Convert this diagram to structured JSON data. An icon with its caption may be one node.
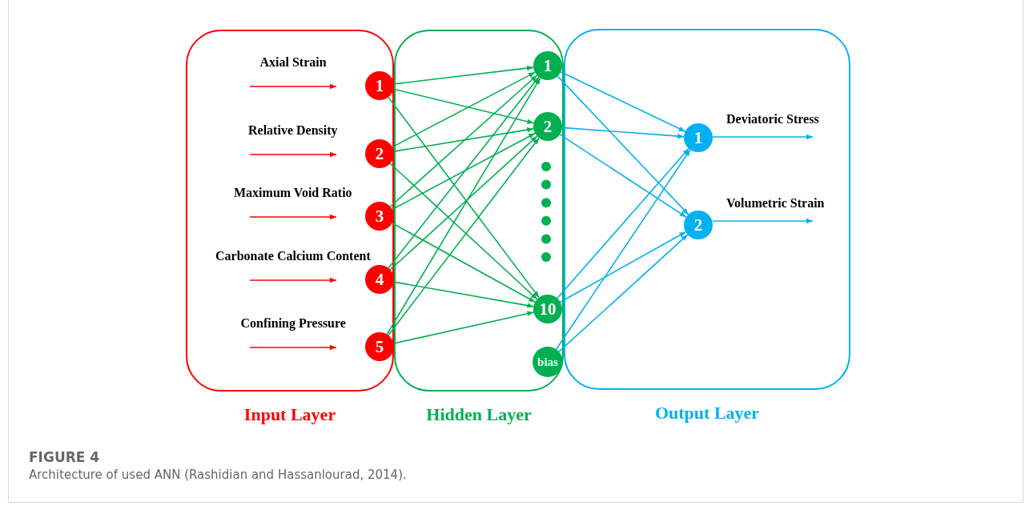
{
  "diagram": {
    "title": "FIGURE 4",
    "caption": "Architecture of used ANN (Rashidian and Hassanlourad, 2014).",
    "nodes": [
      {
        "text": [
          "Input Layer"
        ]
      },
      {
        "text": [
          "Hidden Layer"
        ]
      },
      {
        "text": [
          "Output Layer"
        ]
      },
      {
        "text": [
          "1"
        ],
        "in": 0,
        "beside": [
          "Axial Strain"
        ]
      },
      {
        "text": [
          "2"
        ],
        "in": 0,
        "beside": [
          "Relative Density"
        ]
      },
      {
        "text": [
          "3"
        ],
        "in": 0,
        "beside": [
          "Maximum Void Ratio"
        ]
      },
      {
        "text": [
          "4"
        ],
        "in": 0,
        "beside": [
          "Carbonate Calcium Content"
        ]
      },
      {
        "text": [
          "5"
        ],
        "in": 0,
        "beside": [
          "Confining Pressure"
        ]
      },
      {
        "text": [
          "1"
        ],
        "in": 1
      },
      {
        "text": [
          "2"
        ],
        "in": 1
      },
      {
        "text": [
          "10"
        ],
        "in": 1
      },
      {
        "text": [
          "bias"
        ],
        "in": 1
      },
      {
        "text": [
          "1"
        ],
        "in": 2
      },
      {
        "text": [
          "2"
        ],
        "in": 2
      },
      {
        "text": [
          "Deviatoric Stress"
        ],
        "in": 2
      },
      {
        "text": [
          "Volumetric Strain"
        ],
        "in": 2
      }
    ],
    "edges": [
      {
        "from": null,
        "to": 3,
        "arrow": "to",
        "color": "#ff0000"
      },
      {
        "from": null,
        "to": 4,
        "arrow": "to",
        "color": "#ff0000"
      },
      {
        "from": null,
        "to": 5,
        "arrow": "to",
        "color": "#ff0000"
      },
      {
        "from": null,
        "to": 6,
        "arrow": "to",
        "color": "#ff0000"
      },
      {
        "from": null,
        "to": 7,
        "arrow": "to",
        "color": "#ff0000"
      },
      {
        "from": 3,
        "to": 8,
        "arrow": "to"
      },
      {
        "from": 3,
        "to": 9,
        "arrow": "to"
      },
      {
        "from": 3,
        "to": 10,
        "arrow": "to"
      },
      {
        "from": 4,
        "to": 8,
        "arrow": "to"
      },
      {
        "from": 4,
        "to": 9,
        "arrow": "to"
      },
      {
        "from": 4,
        "to": 10,
        "arrow": "to"
      },
      {
        "from": 5,
        "to": 8,
        "arrow": "to"
      },
      {
        "from": 5,
        "to": 9,
        "arrow": "to"
      },
      {
        "from": 5,
        "to": 10,
        "arrow": "to"
      },
      {
        "from": 6,
        "to": 8,
        "arrow": "to"
      },
      {
        "from": 6,
        "to": 9,
        "arrow": "to"
      },
      {
        "from": 6,
        "to": 10,
        "arrow": "to"
      },
      {
        "from": 7,
        "to": 8,
        "arrow": "to"
      },
      {
        "from": 7,
        "to": 9,
        "arrow": "to"
      },
      {
        "from": 7,
        "to": 10,
        "arrow": "to"
      },
      {
        "from": 8,
        "to": 12,
        "arrow": "to",
        "color": "#00b0f0"
      },
      {
        "from": 8,
        "to": 13,
        "arrow": "to",
        "color": "#00b0f0"
      },
      {
        "from": 9,
        "to": 12,
        "arrow": "to",
        "color": "#00b0f0"
      },
      {
        "from": 9,
        "to": 13,
        "arrow": "to",
        "color": "#00b0f0"
      },
      {
        "from": 10,
        "to": 12,
        "arrow": "to",
        "color": "#00b0f0"
      },
      {
        "from": 10,
        "to": 13,
        "arrow": "to",
        "color": "#00b0f0"
      },
      {
        "from": 11,
        "to": 12,
        "arrow": "to",
        "color": "#00b0f0"
      },
      {
        "from": 11,
        "to": 13,
        "arrow": "to",
        "color": "#00b0f0"
      },
      {
        "from": 12,
        "to": 14,
        "arrow": "to",
        "color": "#00b0f0"
      },
      {
        "from": 13,
        "to": 15,
        "arrow": "to",
        "color": "#00b0f0"
      }
    ]
  }
}
